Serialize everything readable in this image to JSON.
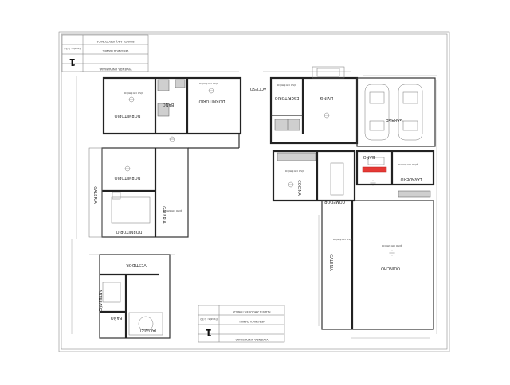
{
  "rooms": {
    "dormitorio_top_left": "DORMITORIO",
    "bano_top": "BAÑO",
    "dormitorio_top_mid": "DORMITORIO",
    "acceso": "ACCESO",
    "escritorio": "ESCRITORIO",
    "living": "LIVING",
    "garage": "GARAGE",
    "dormitorio_mid": "DORMITORIO",
    "galeria_left": "GALERIA",
    "galeria_mid": "GALERIA",
    "dormitorio_low": "DORMITORIO",
    "cocina": "COCINA",
    "comedor": "COMEDOR",
    "bano_right": "BAÑO",
    "lavadero": "LAVADERO",
    "galeria_right": "GALERIA",
    "quincho": "QUINCHO",
    "vestidor": "VESTIDOR",
    "antebano": "ANTEBAÑO",
    "bano_low": "BAÑO",
    "jacuzzi": "JACUZZI"
  },
  "title_block_top": {
    "project": "PLANTA ARQUITECTONICA",
    "client": "VERONICA DANIEL",
    "type": "VIVIENDA UNIFAMILIAR",
    "scale": "Escala: 1:50",
    "sheet": "1"
  },
  "title_block_bottom": {
    "project": "PLANTA ARQUITECTONICA",
    "client": "VERONICA DANIEL",
    "type": "VIVIENDA UNIFAMILIAR",
    "scale": "Escala: 1:50",
    "sheet": "1"
  },
  "floor_note": "piso cerámico"
}
